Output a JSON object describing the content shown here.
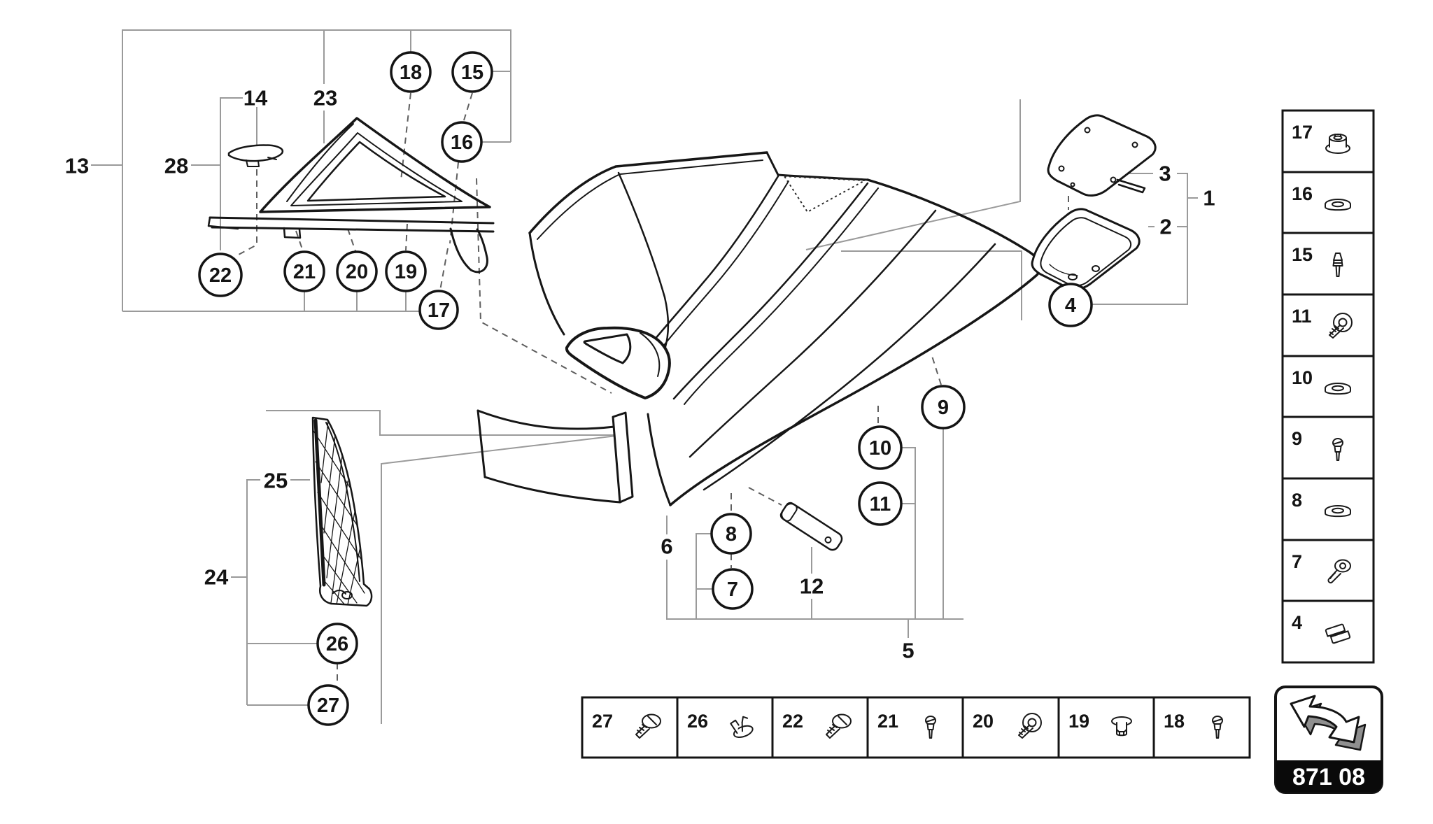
{
  "nav": {
    "code": "871 08",
    "icon": "back-arrow-3d-icon"
  },
  "colors": {
    "line": "#141414",
    "leader": "#9a9a9a",
    "dashed": "#5f5f5f",
    "background": "#ffffff",
    "nav_band": "#0a0a0a"
  },
  "callouts": {
    "n1": "1",
    "n2": "2",
    "n3": "3",
    "n4": "4",
    "n5": "5",
    "n6": "6",
    "n7": "7",
    "n8": "8",
    "n9": "9",
    "n10": "10",
    "n11": "11",
    "n12": "12",
    "n13": "13",
    "n14": "14",
    "n15": "15",
    "n16": "16",
    "n17": "17",
    "n18": "18",
    "n19": "19",
    "n20": "20",
    "n21": "21",
    "n22": "22",
    "n23": "23",
    "n24": "24",
    "n25": "25",
    "n26": "26",
    "n27": "27",
    "n28": "28"
  },
  "legend_right": {
    "items": [
      {
        "num": "17",
        "icon": "flange-nut-icon"
      },
      {
        "num": "16",
        "icon": "washer-icon"
      },
      {
        "num": "15",
        "icon": "clip-pin-icon"
      },
      {
        "num": "11",
        "icon": "screw-grommet-icon"
      },
      {
        "num": "10",
        "icon": "washer-icon"
      },
      {
        "num": "9",
        "icon": "rivet-pin-icon"
      },
      {
        "num": "8",
        "icon": "washer-icon"
      },
      {
        "num": "7",
        "icon": "socket-bolt-icon"
      },
      {
        "num": "4",
        "icon": "spring-clamp-icon"
      }
    ]
  },
  "legend_bottom": {
    "items": [
      {
        "num": "27",
        "icon": "pan-screw-icon"
      },
      {
        "num": "26",
        "icon": "retaining-clip-icon"
      },
      {
        "num": "22",
        "icon": "pan-screw-icon"
      },
      {
        "num": "21",
        "icon": "rivet-pin-icon"
      },
      {
        "num": "20",
        "icon": "screw-grommet-icon"
      },
      {
        "num": "19",
        "icon": "push-rivet-icon"
      },
      {
        "num": "18",
        "icon": "rivet-pin-icon"
      }
    ]
  }
}
